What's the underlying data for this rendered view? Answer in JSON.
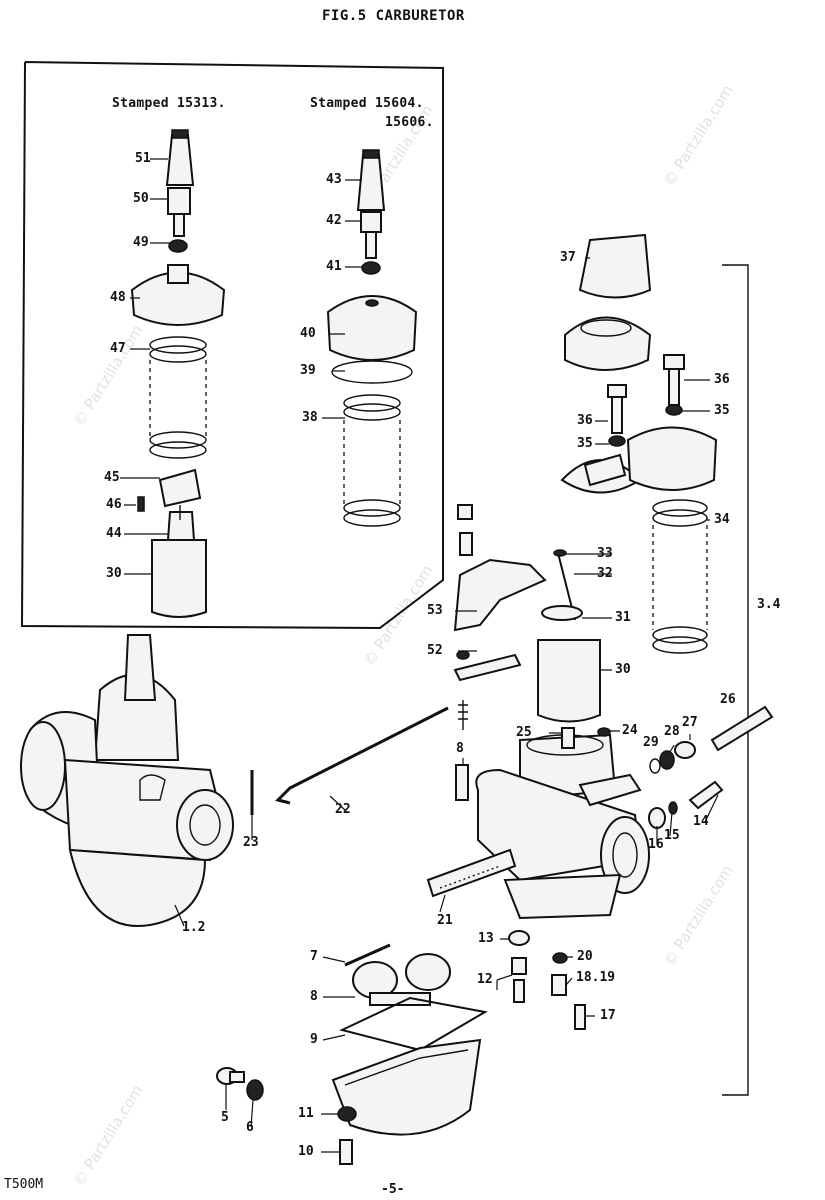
{
  "header": {
    "title": "FIG.5 CARBURETOR"
  },
  "inset": {
    "variant_a": "Stamped 15313.",
    "variant_b_line1": "Stamped 15604.",
    "variant_b_line2": "15606."
  },
  "footer": {
    "model": "T500M",
    "page": "-5-"
  },
  "watermark": "© Partzilla.com",
  "callouts": {
    "c51": "51",
    "c50": "50",
    "c49": "49",
    "c48": "48",
    "c47": "47",
    "c45": "45",
    "c46": "46",
    "c44": "44",
    "c30a": "30",
    "c43": "43",
    "c42": "42",
    "c41": "41",
    "c40": "40",
    "c39": "39",
    "c38": "38",
    "c37": "37",
    "c36a": "36",
    "c35a": "35",
    "c36b": "36",
    "c35b": "35",
    "c34": "34",
    "c33": "33",
    "c32": "32",
    "c31": "31",
    "c30b": "30",
    "c53": "53",
    "c52": "52",
    "c8a": "8",
    "c25": "25",
    "c24": "24",
    "c26": "26",
    "c27": "27",
    "c28": "28",
    "c29": "29",
    "c14": "14",
    "c15": "15",
    "c16": "16",
    "c22": "22",
    "c23": "23",
    "c21": "21",
    "c12a": "1.2",
    "c34set": "3.4",
    "c13": "13",
    "c20": "20",
    "c12b": "12",
    "c1819": "18.19",
    "c17": "17",
    "c7": "7",
    "c8b": "8",
    "c9": "9",
    "c5": "5",
    "c6": "6",
    "c11": "11",
    "c10": "10"
  }
}
